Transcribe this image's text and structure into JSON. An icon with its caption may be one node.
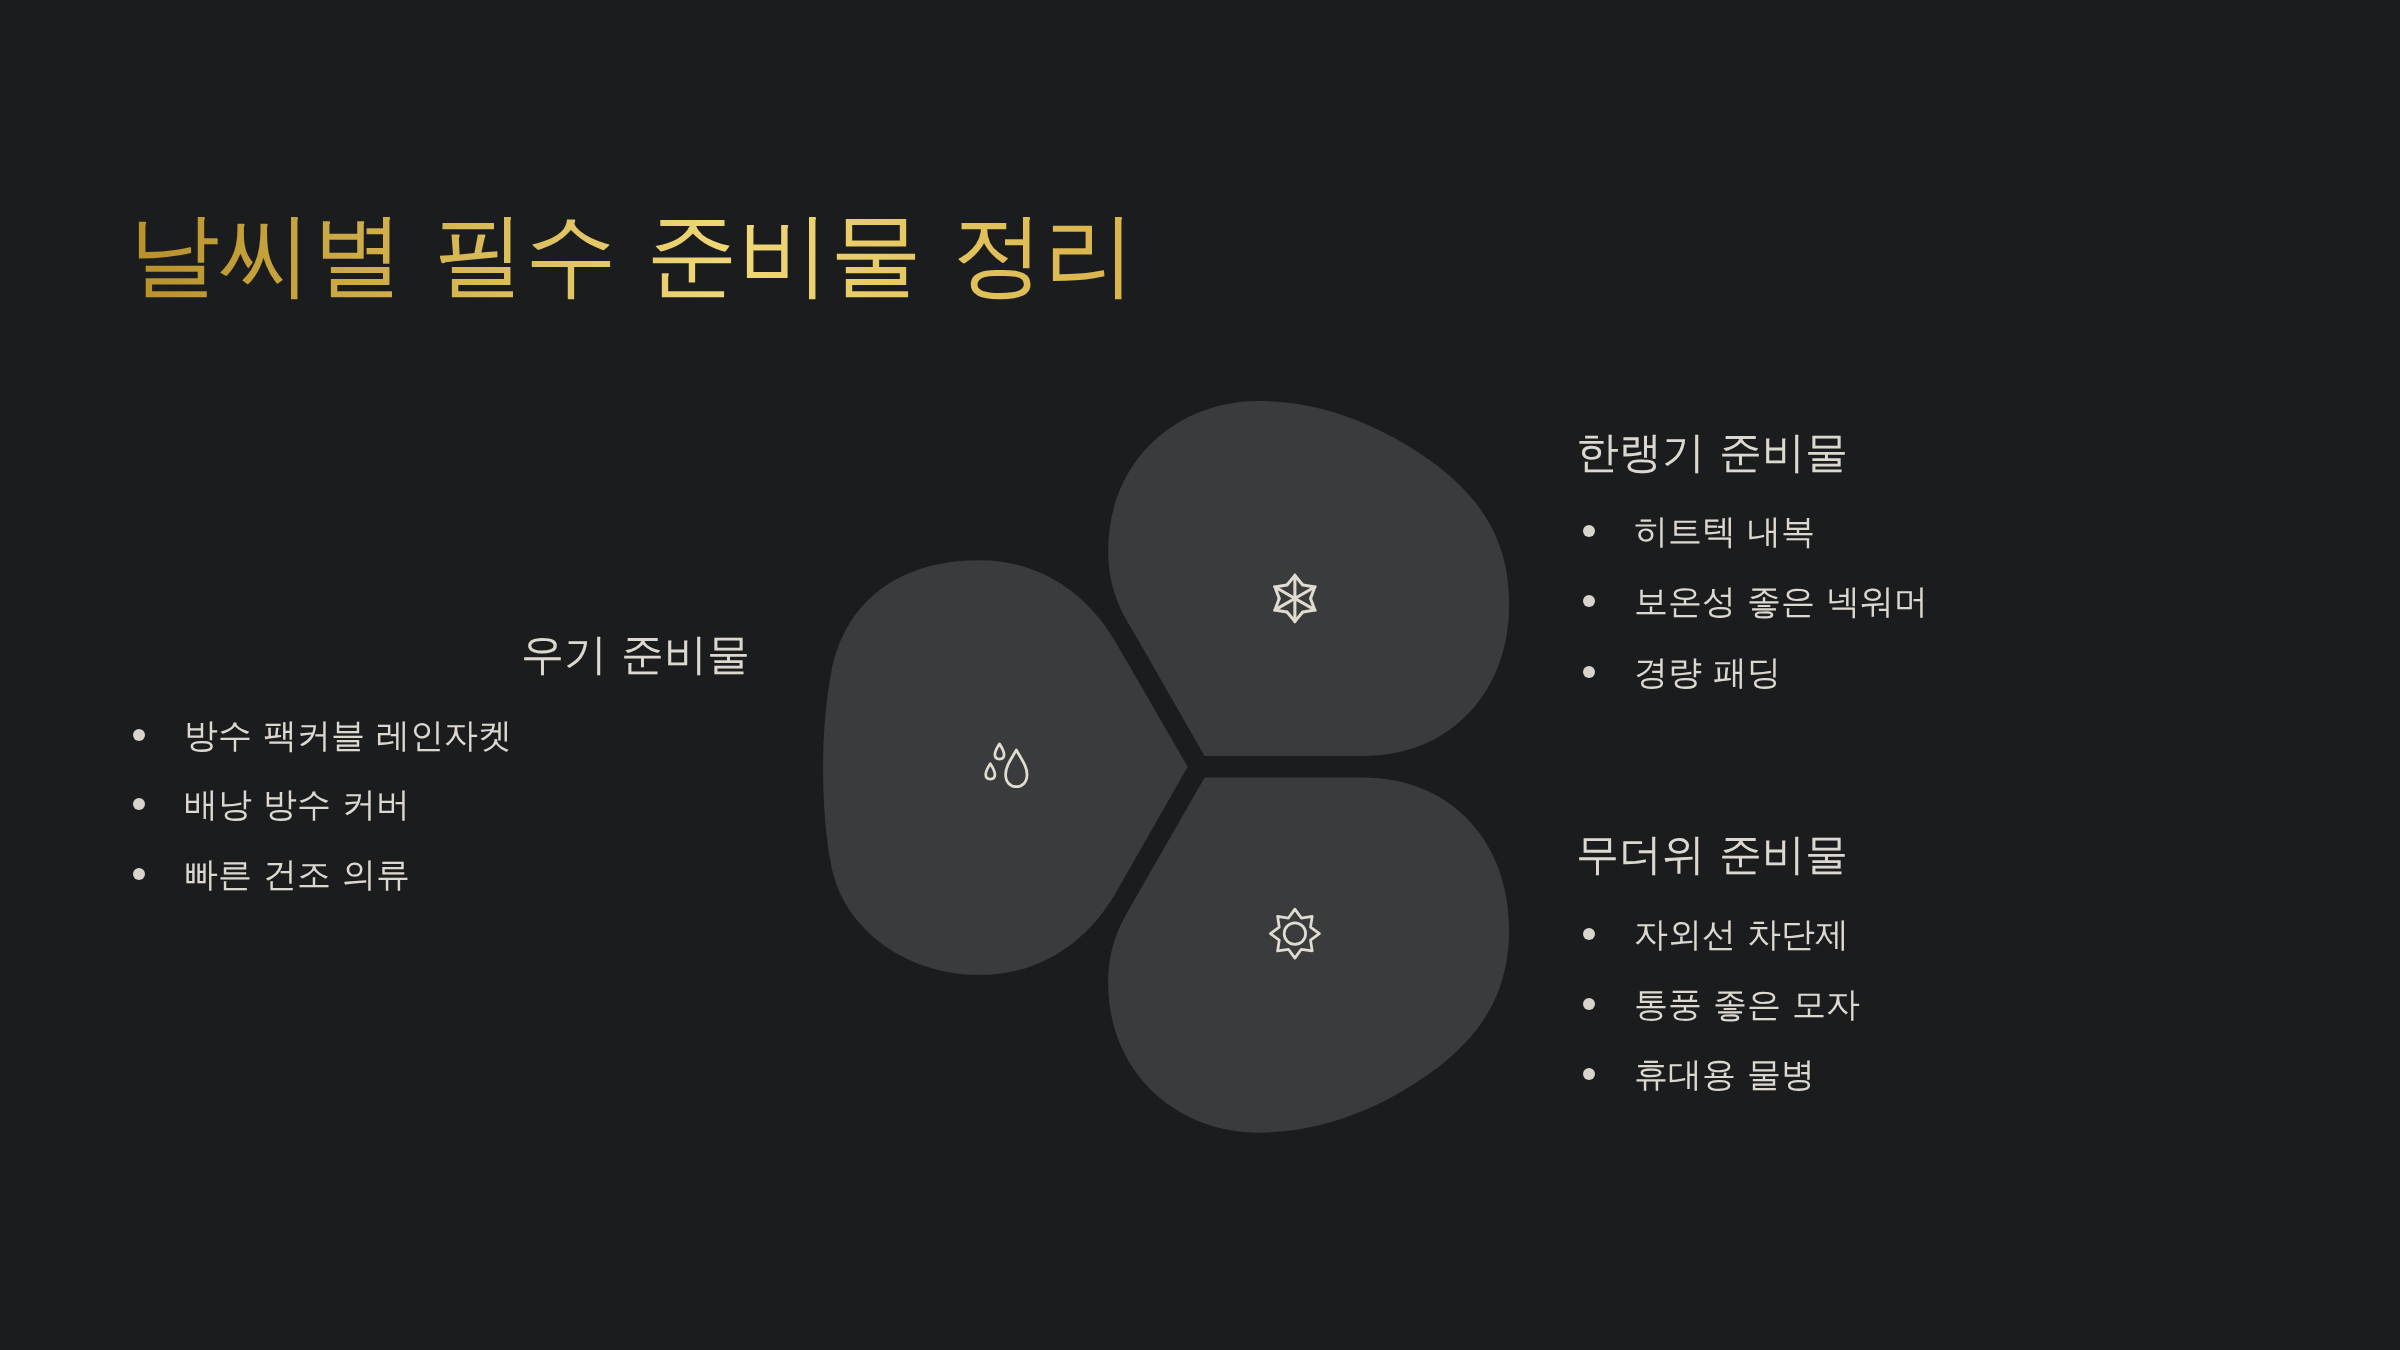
{
  "diagram": {
    "title": "날씨별 필수 준비물 정리",
    "labels": [
      "우기 준비물",
      "방수 팩커블 레인자켓",
      "배낭 방수 커버",
      "빠른 건조 의류",
      "한랭기 준비물",
      "히트텍 내복",
      "보온성 좋은 넥워머",
      "경량 패딩",
      "무더위 준비물",
      "자외선 차단제",
      "통풍 좋은 모자",
      "휴대용 물병"
    ]
  }
}
